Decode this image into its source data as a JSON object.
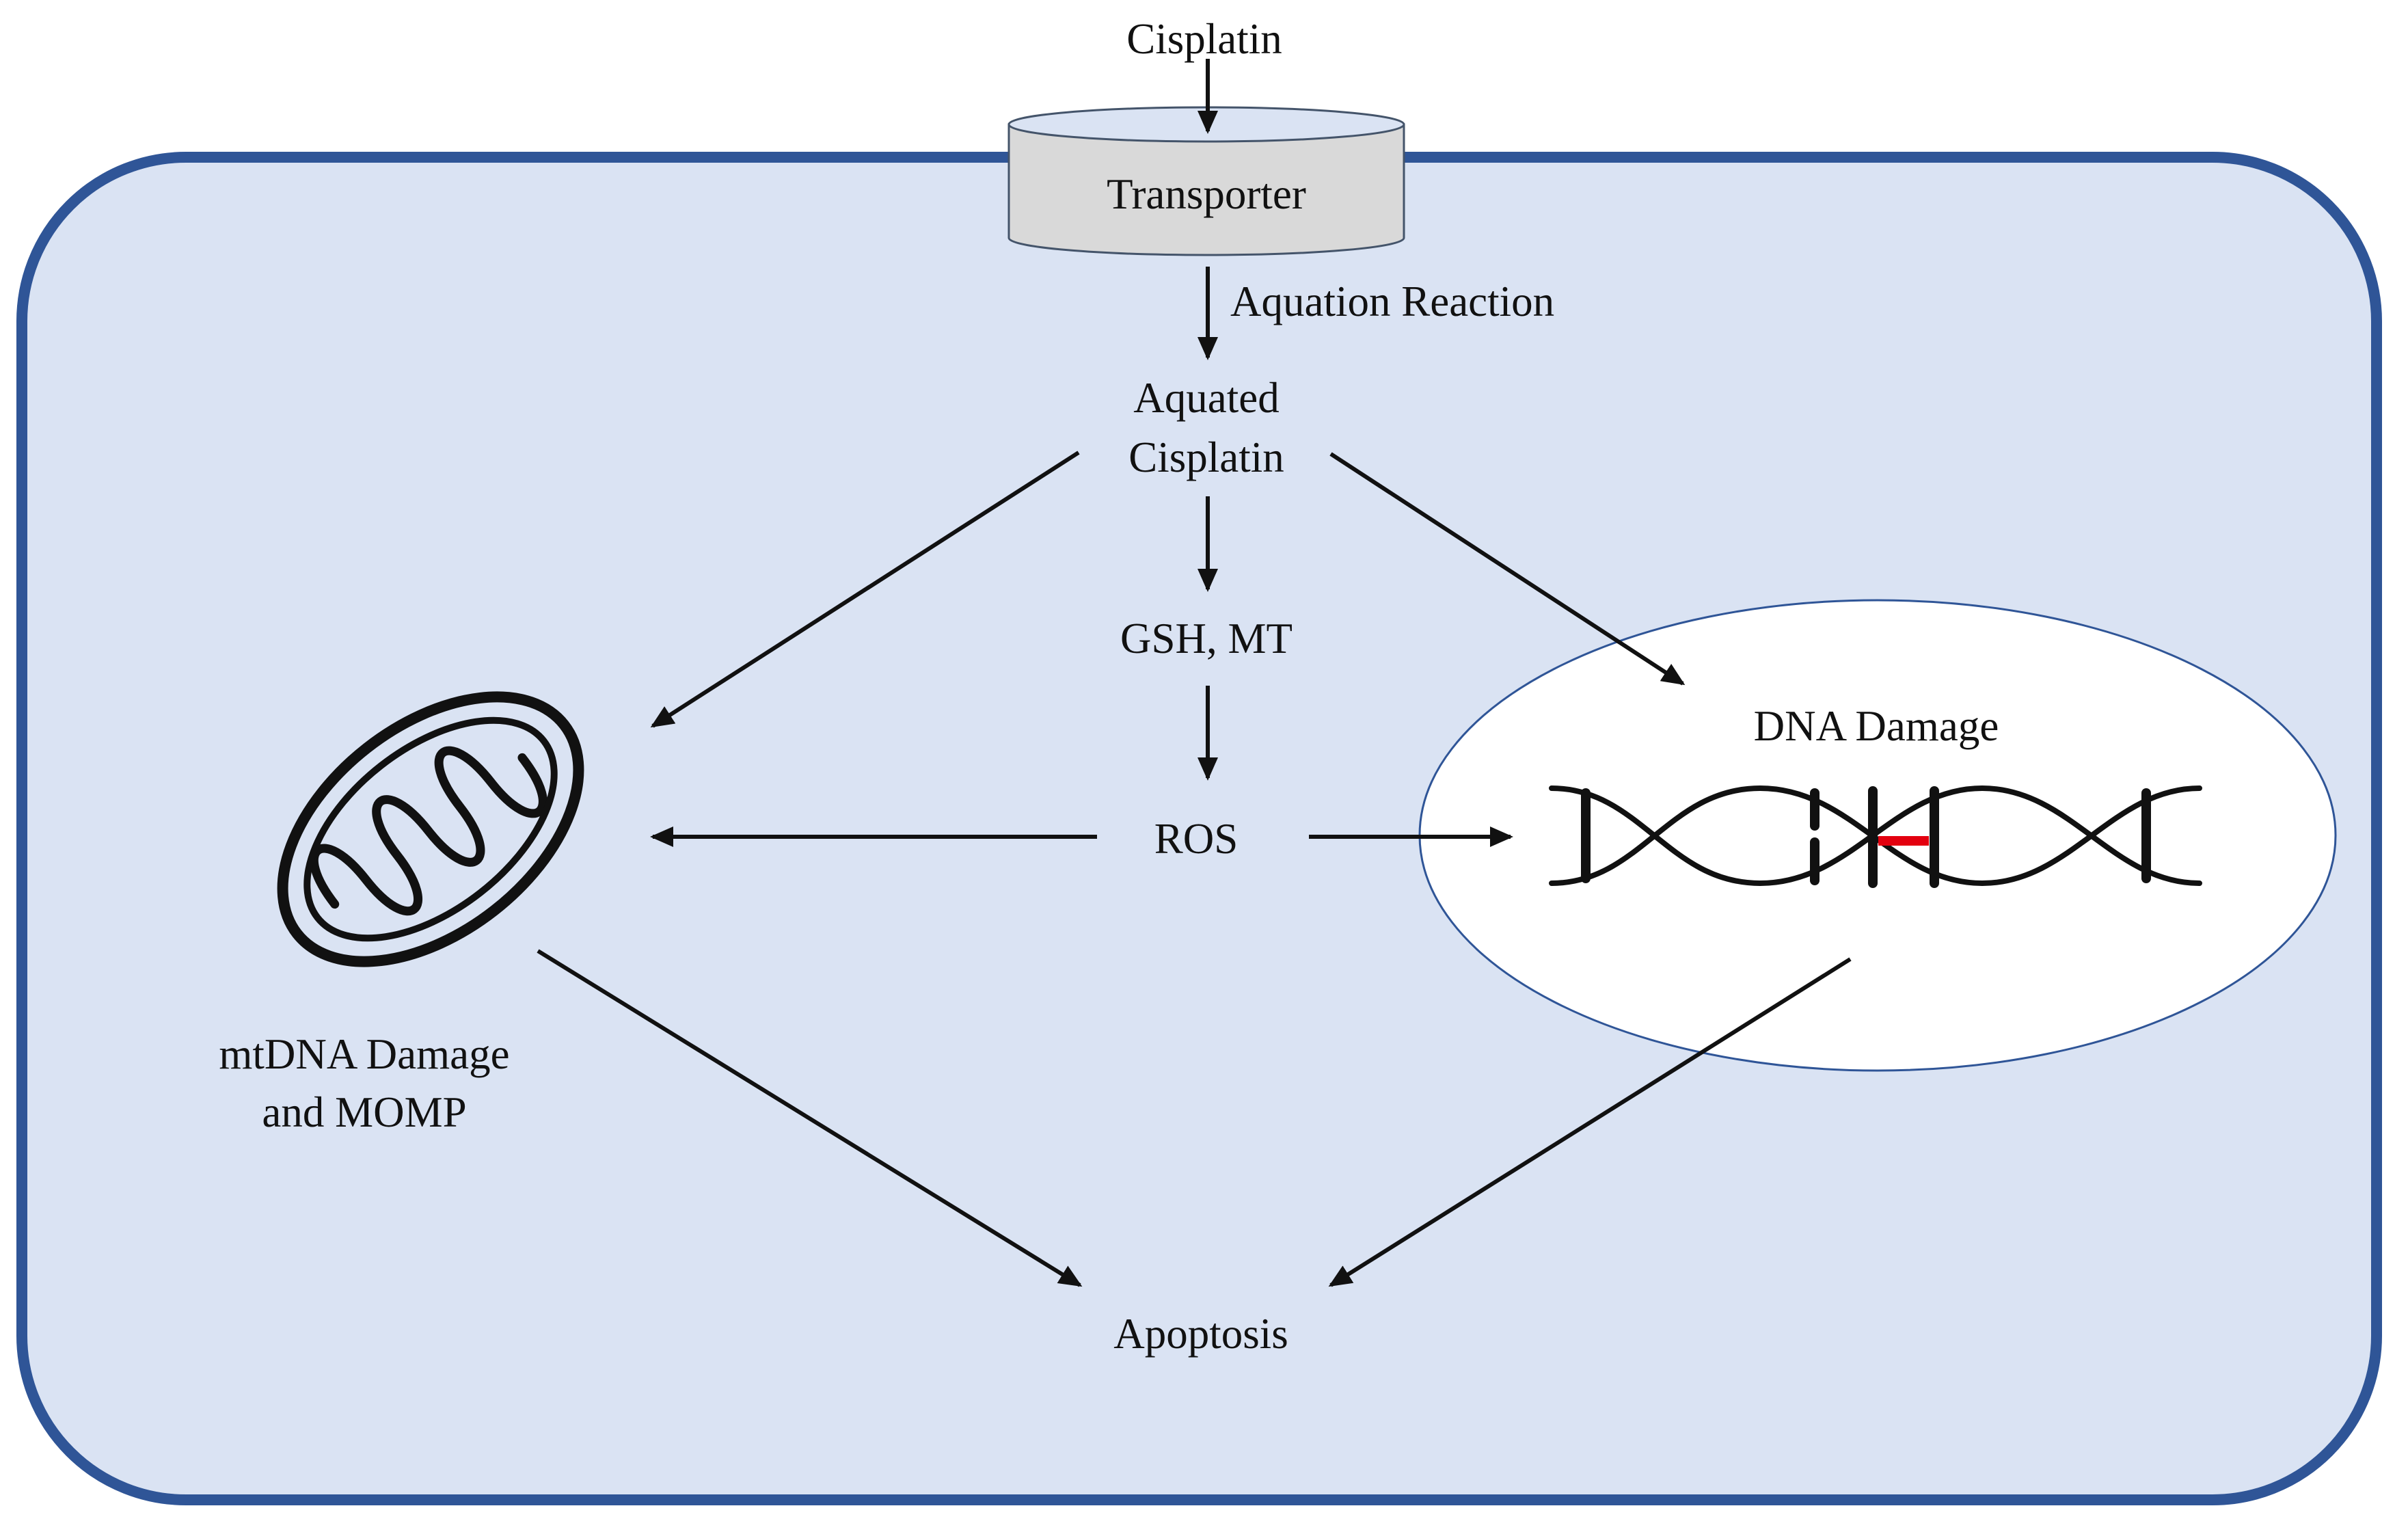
{
  "labels": {
    "cisplatin": "Cisplatin",
    "transporter": "Transporter",
    "aquation_reaction": "Aquation Reaction",
    "aquated_line1": "Aquated",
    "aquated_line2": "Cisplatin",
    "gsh_mt": "GSH, MT",
    "ros": "ROS",
    "dna_damage": "DNA Damage",
    "mtdna_line1": "mtDNA Damage",
    "mtdna_line2": "and MOMP",
    "apoptosis": "Apoptosis"
  },
  "colors": {
    "cell_fill": "#dae3f3",
    "cell_border": "#2f5597",
    "nucleus_fill": "#ffffff",
    "nucleus_border": "#2f5597",
    "transporter_fill": "#d9d9d9",
    "transporter_stroke": "#44546a",
    "dna_lesion": "#e3000f",
    "arrow": "#111111"
  },
  "icons": {
    "mitochondrion": "mitochondrion-icon",
    "dna": "dna-double-helix-icon"
  }
}
